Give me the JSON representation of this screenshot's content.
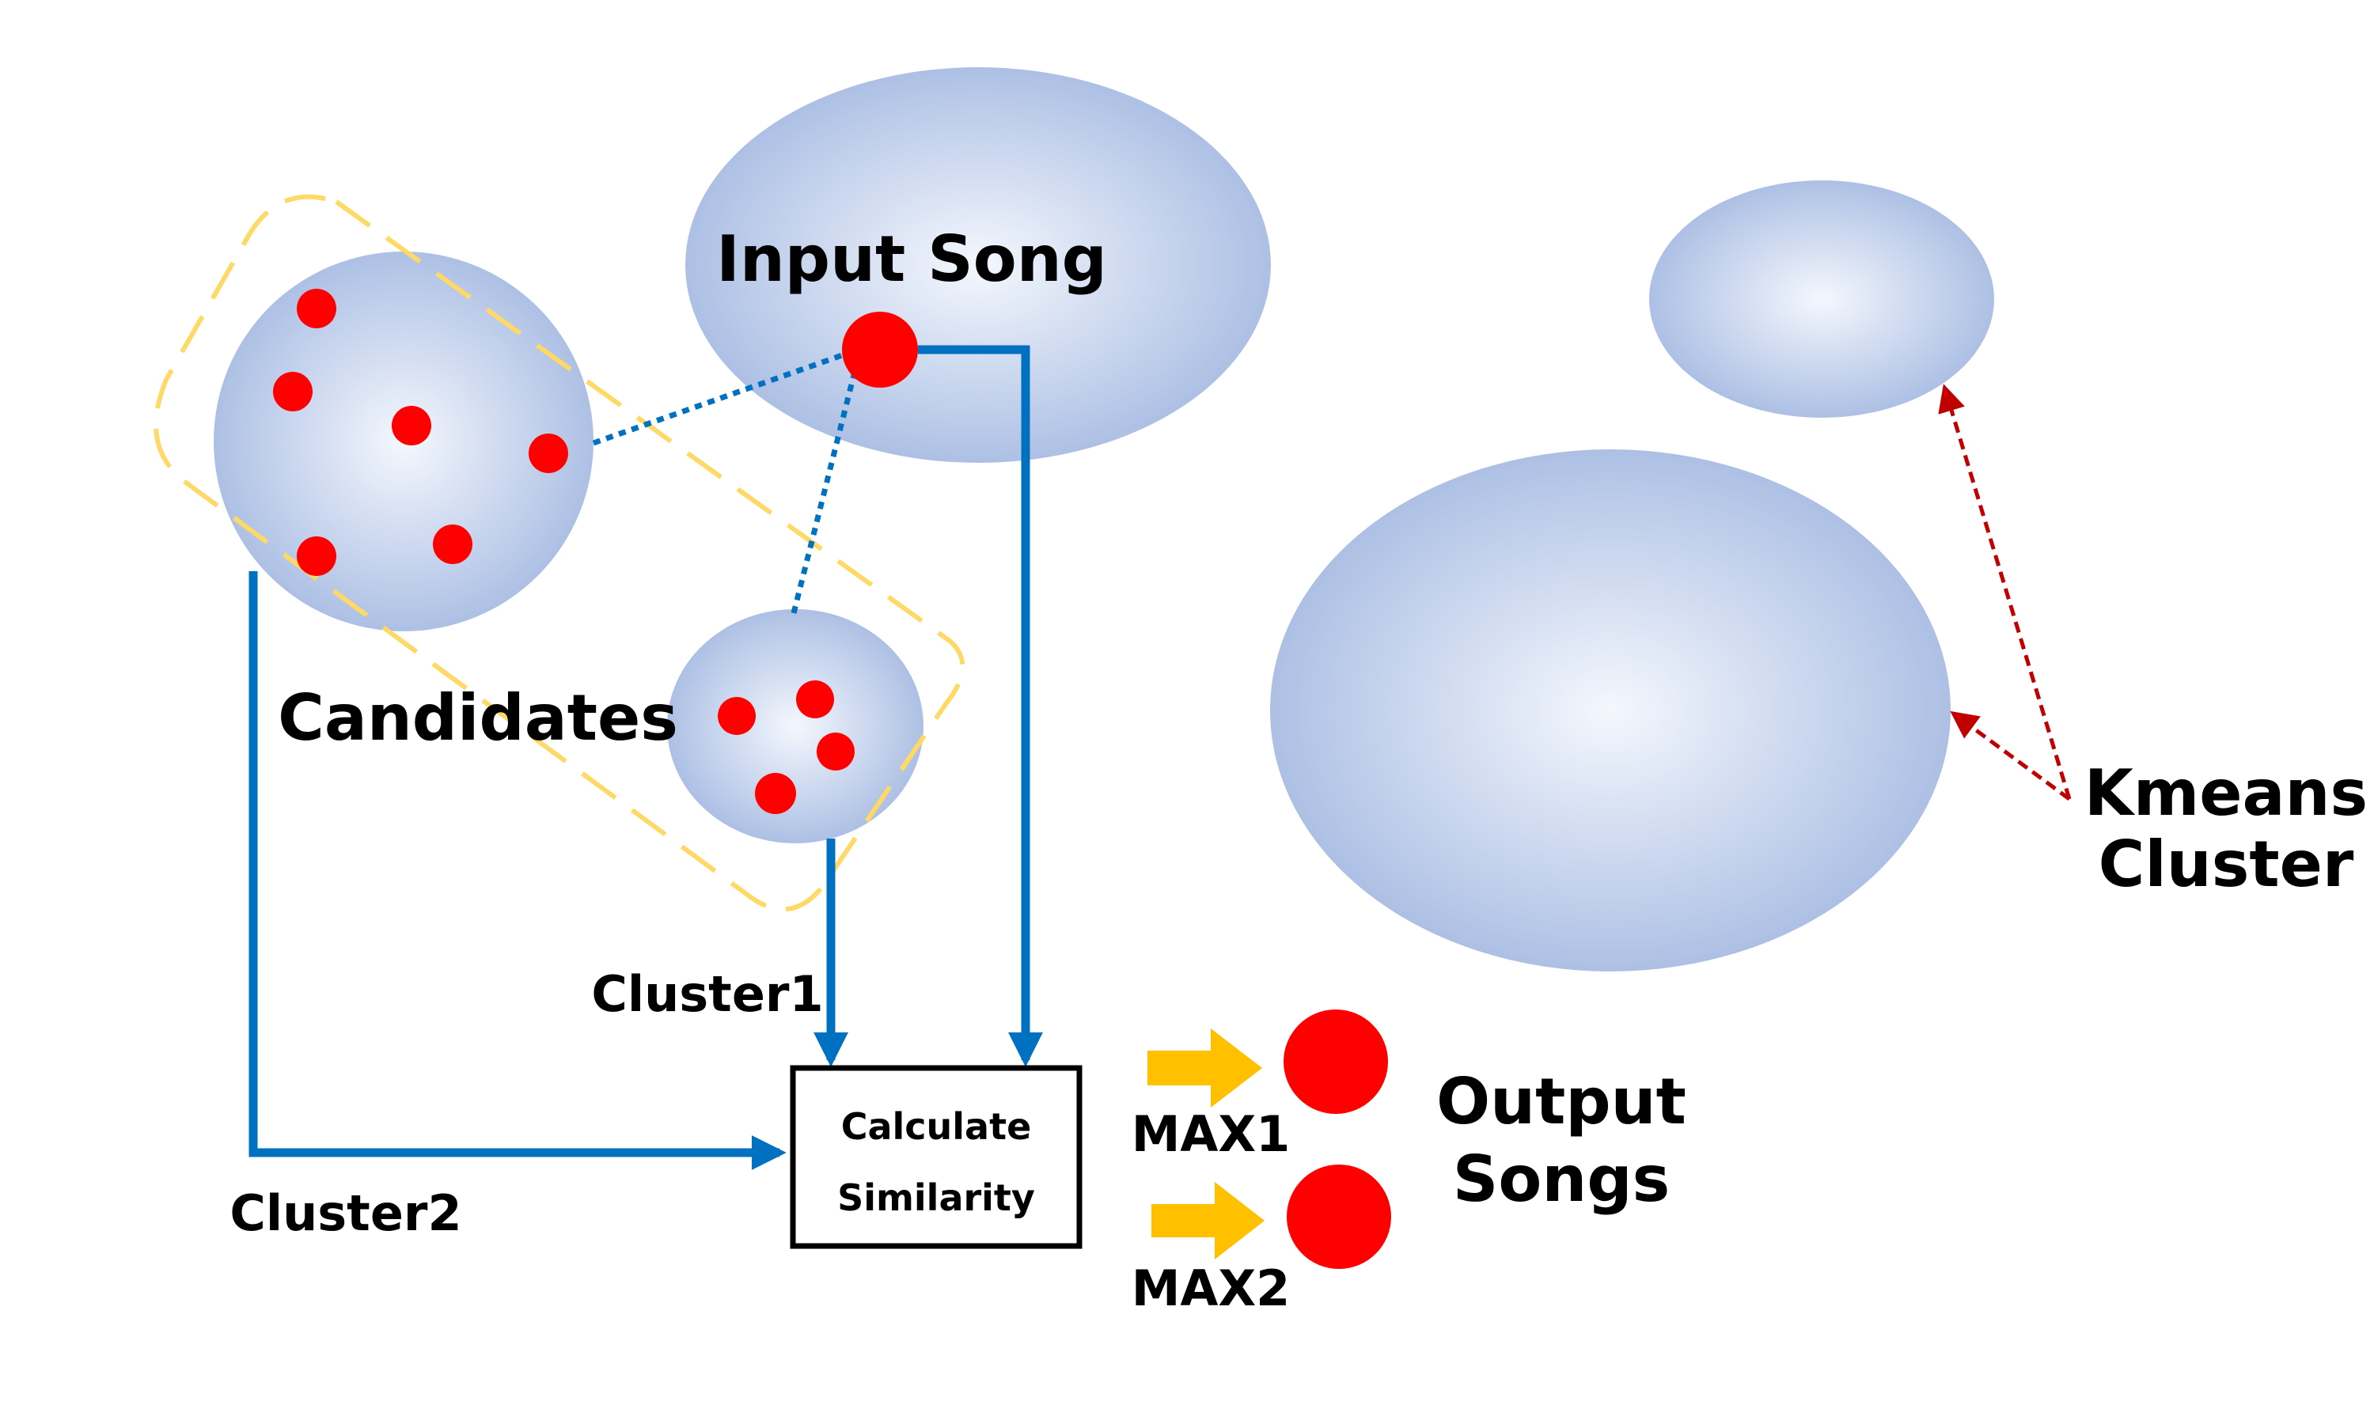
{
  "labels": {
    "input_song": "Input Song",
    "candidates": "Candidates",
    "cluster1": "Cluster1",
    "cluster2": "Cluster2",
    "calc_line1": "Calculate",
    "calc_line2": "Similarity",
    "max1": "MAX1",
    "max2": "MAX2",
    "output_line1": "Output",
    "output_line2": "Songs",
    "kmeans_line1": "Kmeans",
    "kmeans_line2": "Cluster"
  },
  "colors": {
    "cluster_fill_center": "#f4f7fd",
    "cluster_fill_edge": "#adc0e4",
    "song_dot": "#ff0000",
    "flow_arrow": "#0070c0",
    "candidate_outline": "#ffd966",
    "max_arrow": "#ffc000",
    "kmeans_arrow": "#c00000",
    "box_border": "#000000"
  }
}
